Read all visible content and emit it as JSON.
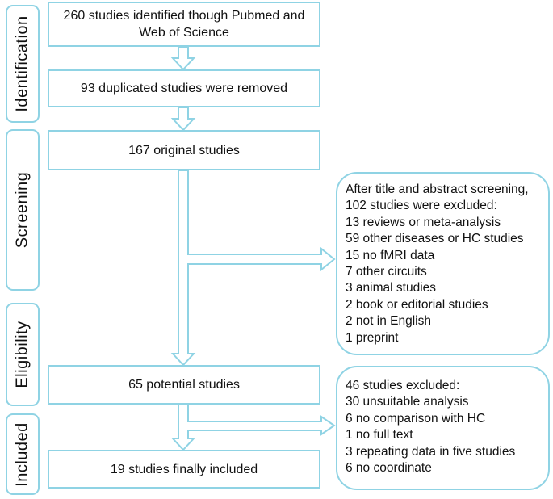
{
  "stages": {
    "identification": "Identification",
    "screening": "Screening",
    "eligibility": "Eligibility",
    "included": "Included"
  },
  "boxes": {
    "identified": [
      "260 studies identified though Pubmed and",
      "Web of Science"
    ],
    "duplicates": "93 duplicated studies were removed",
    "original": "167 original studies",
    "potential": "65 potential studies",
    "included": "19 studies finally included"
  },
  "exclusions_screening": [
    "After title and abstract screening,",
    "102 studies were excluded:",
    "13 reviews or meta-analysis",
    "59 other diseases or HC studies",
    "15 no fMRI data",
    "7 other circuits",
    "3 animal studies",
    "2 book or editorial studies",
    "2 not in English",
    "1 preprint"
  ],
  "exclusions_eligibility": [
    "46 studies excluded:",
    "30 unsuitable analysis",
    "6 no comparison with HC",
    "1 no full text",
    "3 repeating data in five studies",
    "6 no coordinate"
  ],
  "colors": {
    "border": "#8fd3e4",
    "text": "#111111",
    "background": "#ffffff"
  }
}
